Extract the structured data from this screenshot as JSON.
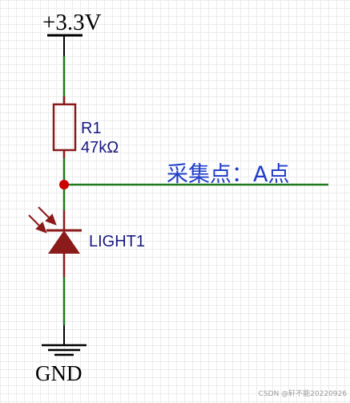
{
  "supply_label": "+3.3V",
  "resistor": {
    "ref": "R1",
    "value": "47kΩ"
  },
  "sensor": {
    "ref": "LIGHT1"
  },
  "sample_point_label": "采集点：A点",
  "ground_label": "GND",
  "watermark": "CSDN @轩不能20220926",
  "colors": {
    "wire": "#1e7a1e",
    "component": "#8b1a1a",
    "rail": "#000000"
  }
}
